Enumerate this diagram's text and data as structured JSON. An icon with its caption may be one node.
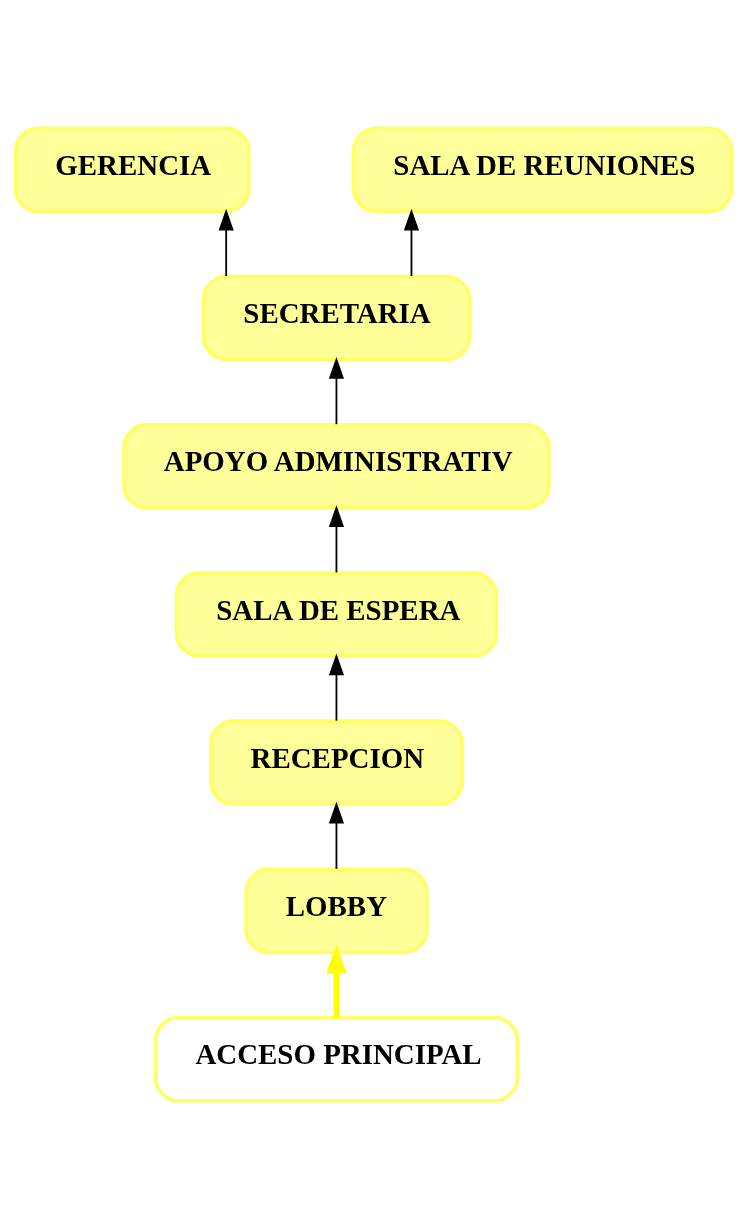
{
  "diagram": {
    "nodes": [
      {
        "text": [
          "GERENCIA"
        ]
      },
      {
        "text": [
          "SALA DE REUNIONES"
        ]
      },
      {
        "text": [
          "SECRETARIA"
        ]
      },
      {
        "text": [
          "APOYO ADMINISTRATIV"
        ]
      },
      {
        "text": [
          "SALA DE ESPERA"
        ]
      },
      {
        "text": [
          "RECEPCION"
        ]
      },
      {
        "text": [
          "LOBBY"
        ]
      },
      {
        "text": [
          "ACCESO PRINCIPAL"
        ]
      }
    ],
    "edges": [
      {
        "from": 7,
        "to": 6,
        "arrow": "to",
        "style": "thick",
        "color": "#ffff00"
      },
      {
        "from": 6,
        "to": 5,
        "arrow": "to"
      },
      {
        "from": 5,
        "to": 4,
        "arrow": "to"
      },
      {
        "from": 4,
        "to": 3,
        "arrow": "to"
      },
      {
        "from": 3,
        "to": 2,
        "arrow": "to"
      },
      {
        "from": 2,
        "to": 0,
        "arrow": "to"
      },
      {
        "from": 2,
        "to": 1,
        "arrow": "to"
      }
    ]
  }
}
